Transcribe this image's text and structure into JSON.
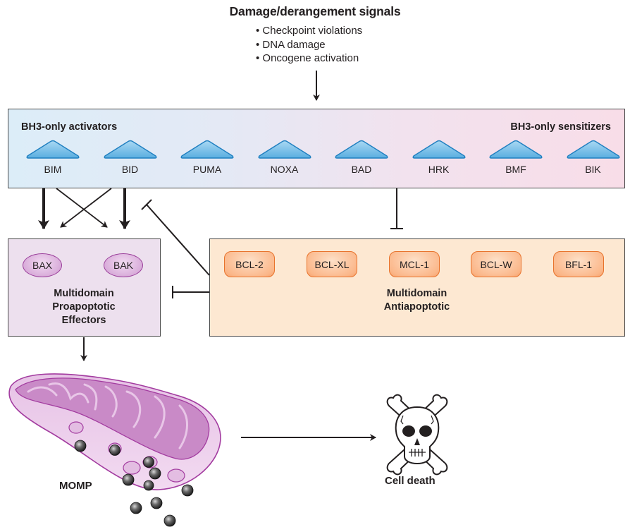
{
  "signals": {
    "title": "Damage/derangement signals",
    "items": [
      "• Checkpoint violations",
      "• DNA damage",
      "• Oncogene activation"
    ]
  },
  "bh3_box": {
    "left_label": "BH3-only activators",
    "right_label": "BH3-only sensitizers",
    "proteins": [
      "BIM",
      "BID",
      "PUMA",
      "NOXA",
      "BAD",
      "HRK",
      "BMF",
      "BIK"
    ]
  },
  "proapoptotic": {
    "effectors": [
      "BAX",
      "BAK"
    ],
    "title_lines": [
      "Multidomain",
      "Proapoptotic",
      "Effectors"
    ]
  },
  "antiapoptotic": {
    "proteins": [
      "BCL-2",
      "BCL-XL",
      "MCL-1",
      "BCL-W",
      "BFL-1"
    ],
    "title_lines": [
      "Multidomain",
      "Antiapoptotic"
    ]
  },
  "mitochondrion": {
    "label": "MOMP"
  },
  "outcome": {
    "label": "Cell death"
  },
  "colors": {
    "bh3_triangle": "#5aaee0",
    "effector_oval": "#9b3f9b",
    "antiapoptotic_pill": "#e8732c",
    "mitochondrion": "#a33ca0"
  }
}
